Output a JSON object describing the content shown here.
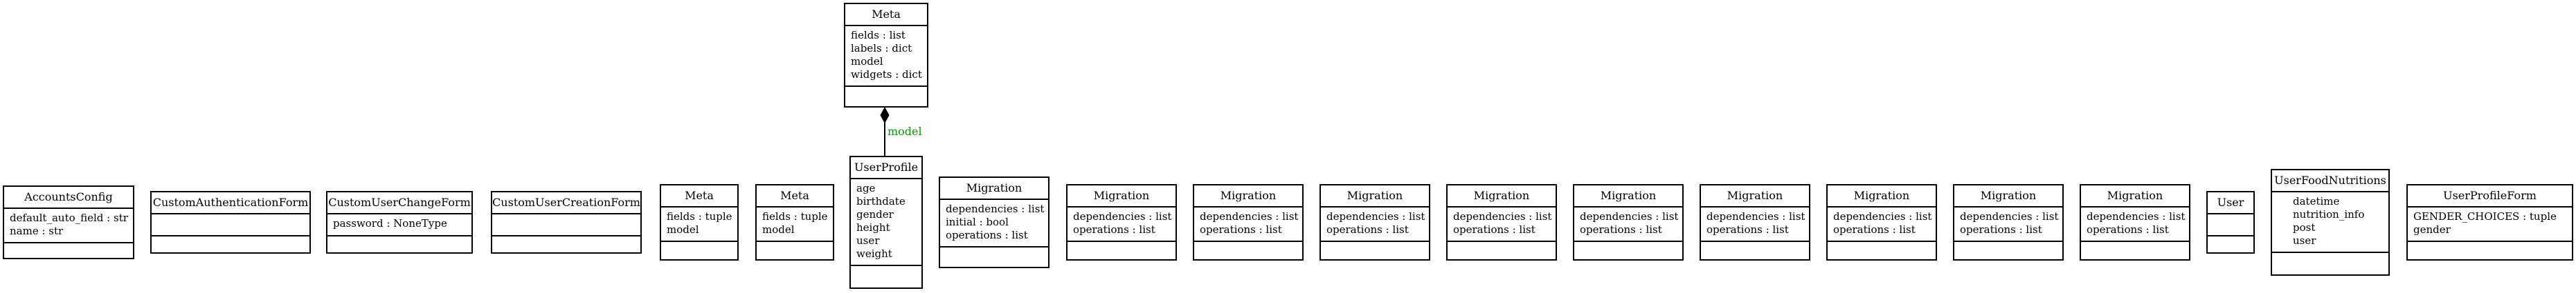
{
  "diagram": {
    "classes": [
      {
        "name": "Meta",
        "attrs": [
          "fields : list",
          "labels : dict",
          "model",
          "widgets : dict"
        ]
      },
      {
        "name": "AccountsConfig",
        "attrs": [
          "default_auto_field : str",
          "name : str"
        ]
      },
      {
        "name": "CustomAuthenticationForm",
        "attrs": []
      },
      {
        "name": "CustomUserChangeForm",
        "attrs": [
          "password : NoneType"
        ]
      },
      {
        "name": "CustomUserCreationForm",
        "attrs": []
      },
      {
        "name": "Meta",
        "attrs": [
          "fields : tuple",
          "model"
        ]
      },
      {
        "name": "Meta",
        "attrs": [
          "fields : tuple",
          "model"
        ]
      },
      {
        "name": "UserProfile",
        "attrs": [
          "age",
          "birthdate",
          "gender",
          "height",
          "user",
          "weight"
        ]
      },
      {
        "name": "Migration",
        "attrs": [
          "dependencies : list",
          "initial : bool",
          "operations : list"
        ]
      },
      {
        "name": "Migration",
        "attrs": [
          "dependencies : list",
          "operations : list"
        ]
      },
      {
        "name": "Migration",
        "attrs": [
          "dependencies : list",
          "operations : list"
        ]
      },
      {
        "name": "Migration",
        "attrs": [
          "dependencies : list",
          "operations : list"
        ]
      },
      {
        "name": "Migration",
        "attrs": [
          "dependencies : list",
          "operations : list"
        ]
      },
      {
        "name": "Migration",
        "attrs": [
          "dependencies : list",
          "operations : list"
        ]
      },
      {
        "name": "Migration",
        "attrs": [
          "dependencies : list",
          "operations : list"
        ]
      },
      {
        "name": "Migration",
        "attrs": [
          "dependencies : list",
          "operations : list"
        ]
      },
      {
        "name": "Migration",
        "attrs": [
          "dependencies : list",
          "operations : list"
        ]
      },
      {
        "name": "Migration",
        "attrs": [
          "dependencies : list",
          "operations : list"
        ]
      },
      {
        "name": "User",
        "attrs": []
      },
      {
        "name": "UserFoodNutritions",
        "attrs": [
          "datetime",
          "nutrition_info",
          "post",
          "user"
        ]
      },
      {
        "name": "UserProfileForm",
        "attrs": [
          "GENDER_CHOICES : tuple",
          "gender"
        ]
      }
    ],
    "edges": [
      {
        "label": "model",
        "color": "#00a000",
        "arrow": "diamond"
      }
    ]
  }
}
